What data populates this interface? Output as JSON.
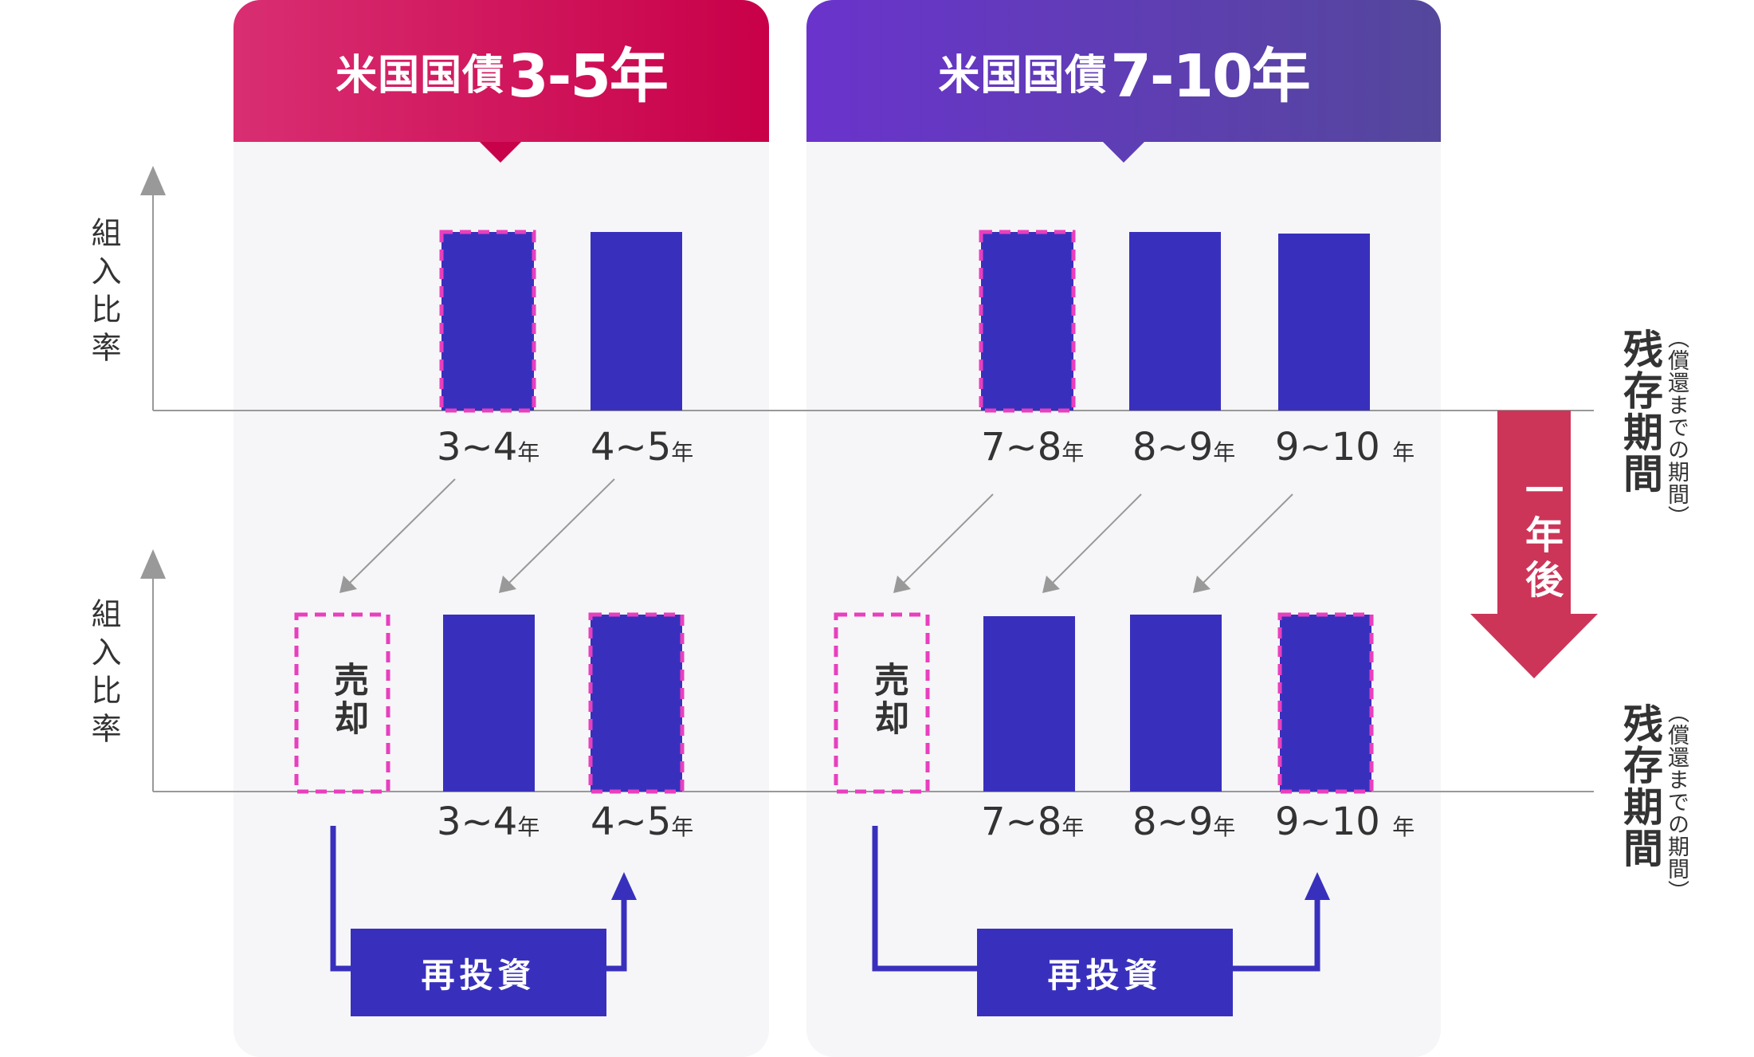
{
  "colors": {
    "bar": "#3830bd",
    "dashed_outline": "#e83fbe",
    "panel_bg": "#f6f6f8",
    "header_left_from": "#d92e72",
    "header_left_to": "#c80048",
    "header_right_from": "#6a33cc",
    "header_right_to": "#54479c",
    "after_arrow": "#cc3558",
    "axis": "#999999",
    "flow_arrow": "#999999"
  },
  "panels": [
    {
      "name": "米国国債",
      "range": "3-5年"
    },
    {
      "name": "米国国債",
      "range": "7-10年"
    }
  ],
  "y_axis_label": "組入比率",
  "x_axis_label": "残存期間",
  "x_axis_sublabel": "（償還までの期間）",
  "after_label": "一年後",
  "sell_label": "売却",
  "reinvest_label": "再投資",
  "chart_data": [
    {
      "type": "bar",
      "title": "米国国債3-5年（現在）",
      "categories": [
        "3~4年",
        "4~5年"
      ],
      "values": [
        1,
        1
      ],
      "highlighted": [
        "3~4年"
      ]
    },
    {
      "type": "bar",
      "title": "米国国債7-10年（現在）",
      "categories": [
        "7~8年",
        "8~9年",
        "9~10 年"
      ],
      "values": [
        1,
        1,
        1
      ],
      "highlighted": [
        "7~8年"
      ]
    },
    {
      "type": "bar",
      "title": "米国国債3-5年（一年後）",
      "categories": [
        "3~4年",
        "4~5年"
      ],
      "values": [
        1,
        1
      ],
      "sold_slot": true,
      "highlighted": [
        "4~5年"
      ]
    },
    {
      "type": "bar",
      "title": "米国国債7-10年（一年後）",
      "categories": [
        "7~8年",
        "8~9年",
        "9~10 年"
      ],
      "values": [
        1,
        1,
        1
      ],
      "sold_slot": true,
      "highlighted": [
        "9~10 年"
      ]
    }
  ],
  "category_labels": {
    "top_left": [
      {
        "num": "3~4",
        "unit": "年"
      },
      {
        "num": "4~5",
        "unit": "年"
      }
    ],
    "top_right": [
      {
        "num": "7~8",
        "unit": "年"
      },
      {
        "num": "8~9",
        "unit": "年"
      },
      {
        "num": "9~10 ",
        "unit": "年"
      }
    ],
    "bottom_left": [
      {
        "num": "3~4",
        "unit": "年"
      },
      {
        "num": "4~5",
        "unit": "年"
      }
    ],
    "bottom_right": [
      {
        "num": "7~8",
        "unit": "年"
      },
      {
        "num": "8~9",
        "unit": "年"
      },
      {
        "num": "9~10 ",
        "unit": "年"
      }
    ]
  }
}
